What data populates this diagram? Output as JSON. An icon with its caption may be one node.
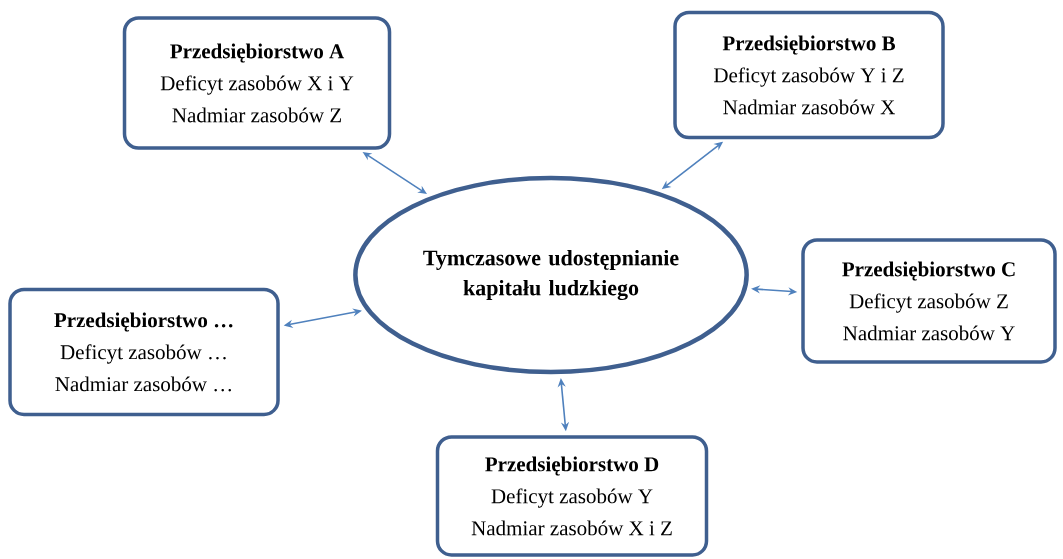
{
  "diagram": {
    "nodes": [
      {
        "text": [
          "Tymczasowe udostępnianie kapitału ludzkiego"
        ]
      },
      {
        "text": [
          "Przedsiębiorstwo A",
          "Deficyt zasobów X i Y",
          "Nadmiar zasobów Z"
        ]
      },
      {
        "text": [
          "Przedsiębiorstwo B",
          "Deficyt zasobów Y i Z",
          "Nadmiar zasobów X"
        ]
      },
      {
        "text": [
          "Przedsiębiorstwo …",
          "Deficyt zasobów …",
          "Nadmiar zasobów …"
        ]
      },
      {
        "text": [
          "Przedsiębiorstwo C",
          "Deficyt zasobów Z",
          "Nadmiar zasobów Y"
        ]
      },
      {
        "text": [
          "Przedsiębiorstwo D",
          "Deficyt zasobów Y",
          "Nadmiar zasobów X i Z"
        ]
      }
    ],
    "edges": [
      {
        "from": 0,
        "to": 1,
        "arrow": "both"
      },
      {
        "from": 0,
        "to": 2,
        "arrow": "both"
      },
      {
        "from": 0,
        "to": 3,
        "arrow": "both"
      },
      {
        "from": 0,
        "to": 4,
        "arrow": "both"
      },
      {
        "from": 0,
        "to": 5,
        "arrow": "both"
      }
    ]
  }
}
